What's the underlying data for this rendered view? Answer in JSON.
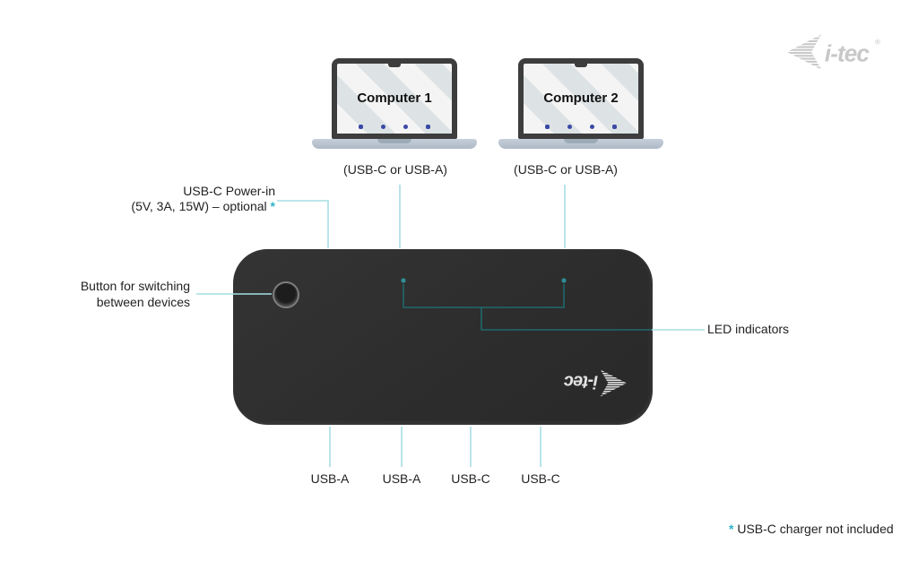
{
  "brand": {
    "logo_text": "i-tec",
    "registered_mark": "®"
  },
  "computers": [
    {
      "name": "Computer 1",
      "connection": "(USB-C or USB-A)"
    },
    {
      "name": "Computer 2",
      "connection": "(USB-C or USB-A)"
    }
  ],
  "device": {
    "logo_text": "i-tec"
  },
  "annotations": {
    "power_in": {
      "line1": "USB-C Power-in",
      "line2": "(5V, 3A, 15W) – optional",
      "star": "*"
    },
    "switch_button": {
      "line1": "Button for switching",
      "line2": "between devices"
    },
    "led": "LED indicators",
    "footnote": {
      "star": "*",
      "text": "USB-C charger not included"
    }
  },
  "ports": [
    {
      "label": "USB-A"
    },
    {
      "label": "USB-A"
    },
    {
      "label": "USB-C"
    },
    {
      "label": "USB-C"
    }
  ],
  "icons": {
    "brand_arrow": "striped-arrow-icon",
    "switch_button": "circular-push-button",
    "led": "led-dot",
    "taskbar": "app-dock-icons"
  },
  "colors": {
    "connector_line": "#a6dee4",
    "connector_line_on_device": "#20686d",
    "led_dot": "#2f8d93",
    "annotation_star": "#2db4c8",
    "device_body": "#2e2e2e",
    "laptop_bezel": "#3d3d3d",
    "laptop_base": "#bac5d1",
    "brand_gray": "#c8c8c8",
    "text": "#222222"
  }
}
